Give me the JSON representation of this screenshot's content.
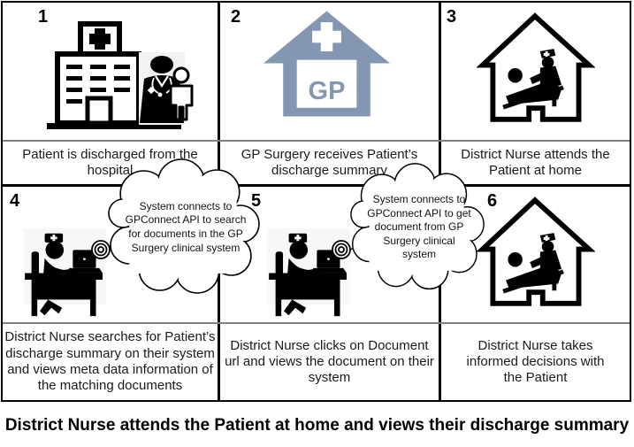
{
  "title": "District Nurse attends the Patient at home and views their discharge summary",
  "labels": {
    "gp": "GP"
  },
  "panels": [
    {
      "number": "1",
      "caption": "Patient is discharged from the hospital",
      "icon": "hospital-discharge-icon"
    },
    {
      "number": "2",
      "caption": "GP Surgery receives Patient’s discharge summary",
      "icon": "gp-surgery-icon"
    },
    {
      "number": "3",
      "caption": "District Nurse attends the Patient at home",
      "icon": "home-visit-icon"
    },
    {
      "number": "4",
      "caption": "District Nurse searches for Patient’s discharge summary on their system and views meta data information of the matching documents",
      "icon": "nurse-at-computer-icon"
    },
    {
      "number": "5",
      "caption": "District Nurse clicks on Document url and views the document on their system",
      "icon": "nurse-at-computer-icon"
    },
    {
      "number": "6",
      "caption": "District Nurse takes informed decisions with the Patient",
      "icon": "home-visit-icon"
    }
  ],
  "bubbles": [
    {
      "text": "System connects to GPConnect API to search for documents in the GP Surgery clinical system"
    },
    {
      "text": "System connects to GPConnect API to get document from GP Surgery clinical system"
    }
  ],
  "colors": {
    "gp_blue": "#8497B2",
    "separator_gray": "#808080",
    "grid_black": "#000000",
    "photo_background": "#F2F2F2"
  }
}
